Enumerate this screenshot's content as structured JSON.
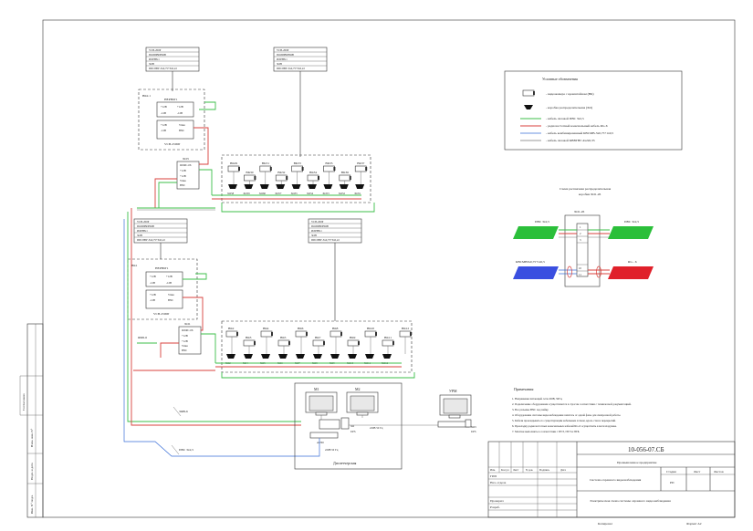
{
  "spec_top": {
    "lines": [
      "VCB-200P",
      "ПОЛИВИНОВ",
      "ИЛРН8.1",
      "ЗОН",
      "ППС8ВУ-3х0,75+3х0,22"
    ]
  },
  "spec_top2": {
    "lines": [
      "VCB-200P",
      "ПОЛИВИНОВ",
      "ИЛРН8.1",
      "ЗОН",
      "ППС8ВУ-3х0,75+3х0,22"
    ]
  },
  "spec_mid": {
    "lines": [
      "VCB-200P",
      "ПОЛИВИНОВ",
      "ИЛРН8.1",
      "ЗОН",
      "ППС8ВУ-3х0,75+3х0,22"
    ]
  },
  "spec_mid2": {
    "lines": [
      "VCB-200P",
      "ПОЛИВИНОВ",
      "ИЛРН8.1",
      "ЗОН",
      "ППС8ВУ-3х0,75+3х0,22"
    ]
  },
  "unit1": {
    "tag": "ВК2.1",
    "name": "НЕРВ6Г1",
    "model": "VCB-2500P",
    "rows": [
      "+12В",
      "+12В",
      "-12В",
      "Video",
      "-12В",
      "BNC"
    ]
  },
  "unit2": {
    "tag": "ВК1",
    "name": "НЕРВ6Г1",
    "model": "VCB-2500P",
    "rows": [
      "+12В",
      "+12В",
      "-12В",
      "Video",
      "-12В",
      "BNC"
    ]
  },
  "junction1": {
    "tag": "ХО3",
    "lines": [
      "ЯЛФС-06",
      "+12В",
      "+12В",
      "Video",
      "BNC"
    ]
  },
  "junction2": {
    "tag": "ХО1",
    "lines": [
      "ЯЛФС-06",
      "+12В",
      "+12В",
      "Video",
      "BNC"
    ]
  },
  "row1_cams": [
    "ВК29",
    "ВК30",
    "ВК31",
    "ВК32",
    "ВК33",
    "ВК34",
    "ВК35",
    "ВК36",
    "ВК37"
  ],
  "row1_boxes": [
    "ХО58",
    "ХО59",
    "ХО60",
    "ХО57",
    "ХО55",
    "ХО54",
    "ХО53",
    "ХО52",
    "ХО51"
  ],
  "row2_cams": [
    "ВК2",
    "ВК3",
    "ВК4",
    "ВК5",
    "ВК6",
    "ВК7",
    "ВК8",
    "ВК9",
    "ВК10",
    "ВК11",
    "ВК12"
  ],
  "row2_boxes": [
    "ХО2",
    "ХО4",
    "ХО5",
    "ХО6",
    "ХО7",
    "ХО8",
    "ХО9",
    "ХО10",
    "ХО11",
    "ХО12"
  ],
  "cable_left": "ЯФБ-6",
  "cable_a": "ЗФВ-6",
  "cable_b": "ПВС 3х2,5",
  "legend": {
    "title": "Условные обозначения",
    "items": [
      "- видеокамера с кронштейном (ВК)",
      "- коробка распределительная (ХО)",
      "- кабель силовой ПВС 3х2,5",
      "- радиочастотный коаксиальный кабель RG-6",
      "- кабель комбинированный КВСМВ-3х0,75+1х0,5",
      "- кабель силовой КВВГНГ-4х2х0,35"
    ]
  },
  "scheme": {
    "title1": "Схема распаячная распределительная",
    "title2": "коробки ХО1-26",
    "box_tag": "ХО1-26",
    "left_top": "ПВС 3х2,5",
    "right_top": "ПВС 3х2,5",
    "left_bottom": "КВСМВ3х0,75+1х0,5",
    "right_bottom": "RG - 6",
    "nums": [
      "1",
      "2",
      "3",
      "10",
      "11"
    ]
  },
  "post": {
    "title": "Диспетчерская",
    "m1": "М1",
    "m2": "М2",
    "pc": "APM",
    "ups": "UPS",
    "sw": "ХО",
    "v1": "220В 50 Гц",
    "v2": "220В 50 Гц"
  },
  "remote": {
    "label": "УРМ",
    "box": "ХО3",
    "ups": "UPS"
  },
  "notes": {
    "title": "Примечания:",
    "items": [
      "1. Напряжение питающей сети 220В, 50Гц.",
      "2. Подключение оборудования осуществляется в строгом соответствии с технической документацией.",
      "3. Все разъемы BNC под пайку.",
      "4. Оборудование системы видеонаблюдения запитать от одной фазы для синхронной работы.",
      "5. Кабели прокладывать по существующим кабельным лоткам, вдоль стен и перекрытий.",
      "6. Прокладку радиочастотных коаксиальных кабелей RG-6 осуществить в металлорукаве.",
      "7. Монтаж выполнить в соответствии с ПУЭ, ПТЭ и ПТБ."
    ]
  },
  "stamp": {
    "code": "10-056-07.СБ",
    "org": "Промышленное предприятие",
    "system": "Система охранного видеонаблюдения",
    "sheet_title": "Электрическая схема системы охранного видеонаблюдения",
    "stage_h": "Стадия",
    "sheet_h": "Лист",
    "sheets_h": "Листов",
    "stage": "РП",
    "role1": "ГИП",
    "role2": "Нач. отдела",
    "role3": "Проверил",
    "role4": "Разраб.",
    "col_izm": "Изм.",
    "col_kol": "Кол.уч",
    "col_list": "Лист",
    "col_doc": "N док.",
    "col_sign": "Подпись",
    "col_date": "Дата",
    "copied": "Копировал",
    "format": "Формат А2"
  },
  "side": {
    "items": [
      "Согласовано",
      "Взам. инв. N°",
      "Подп. и дата",
      "Инв. N° подл."
    ]
  },
  "colors": {
    "green": "#3cbf4a",
    "red": "#d8413c",
    "blue": "#3a6fd8"
  }
}
